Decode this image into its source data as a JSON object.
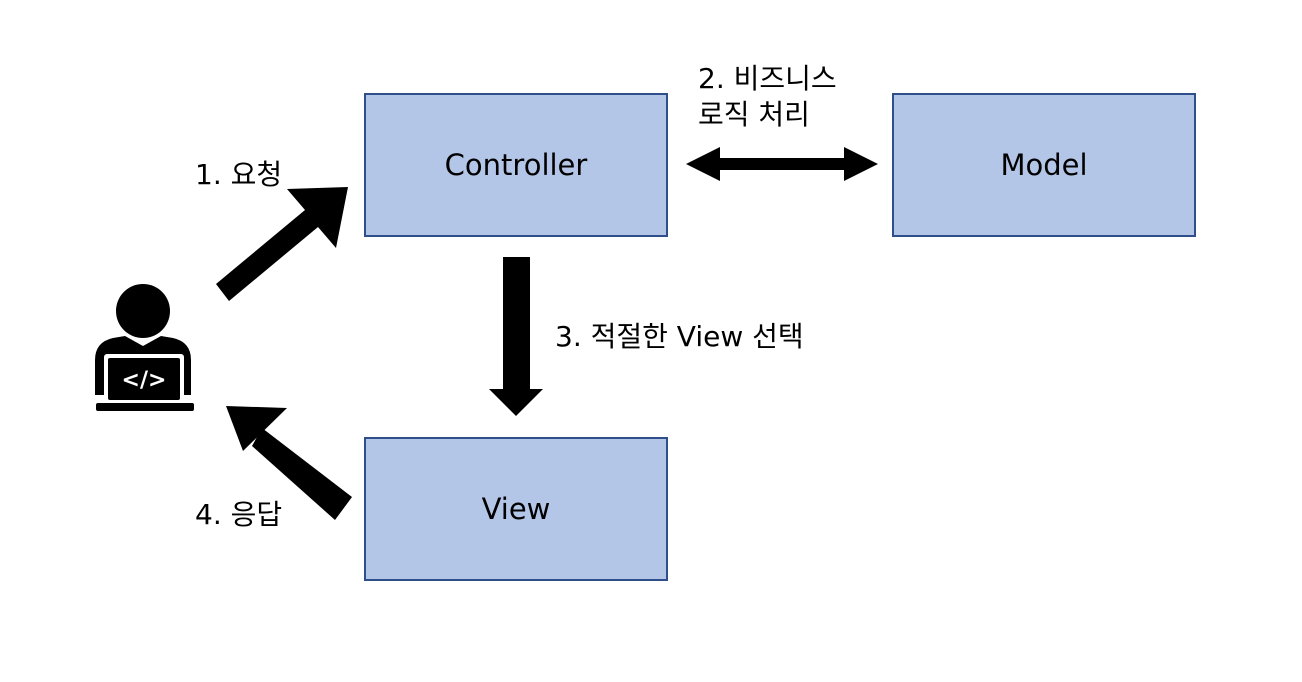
{
  "colors": {
    "box_fill": "#b4c6e7",
    "box_border": "#2f4f8a",
    "arrow": "#000000",
    "text": "#000000"
  },
  "boxes": {
    "controller": "Controller",
    "model": "Model",
    "view": "View"
  },
  "steps": {
    "step1": "1. 요청",
    "step2_line1": "2. 비즈니스",
    "step2_line2": "로직 처리",
    "step3": "3. 적절한 View 선택",
    "step4": "4. 응답"
  },
  "icons": {
    "user": "developer-with-laptop-icon",
    "code_symbol": "</>"
  }
}
